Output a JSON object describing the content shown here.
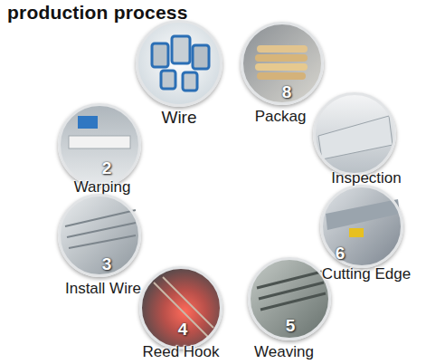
{
  "diagram": {
    "title": "production process",
    "nodes": [
      {
        "text": [
          "Wire"
        ]
      },
      {
        "text": [
          "2",
          "Warping"
        ]
      },
      {
        "text": [
          "3",
          "Install Wire"
        ]
      },
      {
        "text": [
          "4",
          "Reed Hook"
        ]
      },
      {
        "text": [
          "5",
          "Weaving"
        ]
      },
      {
        "text": [
          "6",
          "Cutting Edge"
        ]
      },
      {
        "text": [
          "Inspection"
        ]
      },
      {
        "text": [
          "8",
          "Packag"
        ]
      }
    ]
  }
}
